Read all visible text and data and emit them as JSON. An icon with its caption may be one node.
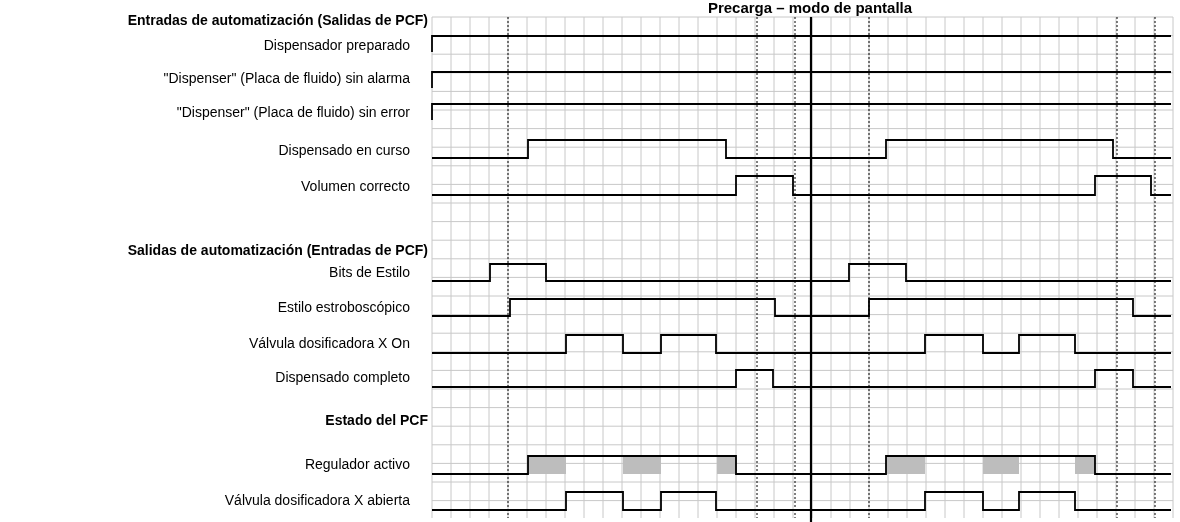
{
  "diagram": {
    "title": "Precarga – modo de pantalla",
    "labels": [
      "Entradas de automatización (Salidas de PCF)",
      "Dispensador preparado",
      "\"Dispenser\" (Placa de fluido) sin alarma",
      "\"Dispenser\" (Placa de fluido) sin error",
      "Dispensado en curso",
      "Volumen correcto",
      "Salidas de automatización (Entradas de PCF)",
      "Bits de Estilo",
      "Estilo estroboscópico",
      "Válvula dosificadora X On",
      "Dispensado completo",
      "Estado del PCF",
      "Regulador activo",
      "Válvula dosificadora X abierta"
    ]
  }
}
